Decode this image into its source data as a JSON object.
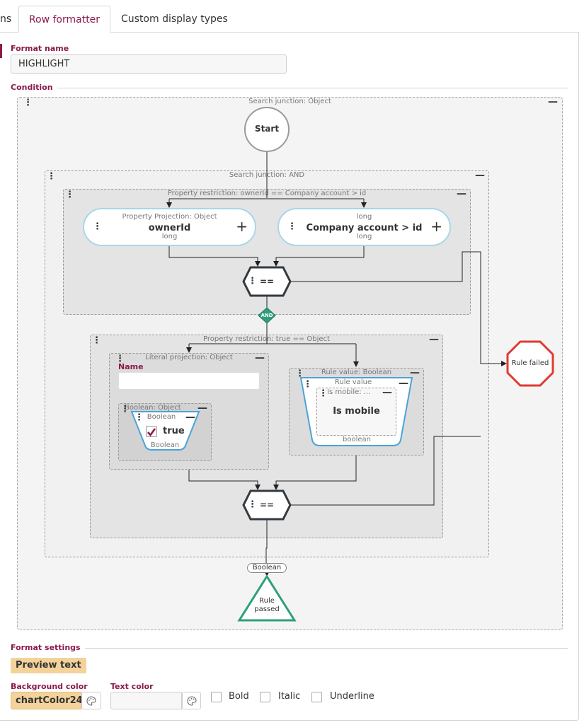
{
  "tabs": {
    "cut_label": "ns",
    "active_label": "Row formatter",
    "custom_label": "Custom display types"
  },
  "format_name": {
    "label": "Format name",
    "value": "HIGHLIGHT"
  },
  "condition": {
    "label": "Condition",
    "root_caption": "Search junction: Object",
    "start_label": "Start",
    "and_caption": "Search junction: AND",
    "restriction1": {
      "caption": "Property restriction: ownerId == Company account > id",
      "left": {
        "sub_top": "Property Projection: Object",
        "main": "ownerId",
        "sub_bottom": "long"
      },
      "right": {
        "sub_top": "long",
        "main": "Company account > id",
        "sub_bottom": "long"
      },
      "operator": "=="
    },
    "and_badge": "AND",
    "restriction2": {
      "caption": "Property restriction: true == Object",
      "literal": {
        "caption": "Literal projection: Object",
        "name_label": "Name",
        "name_value": "",
        "boolean_box_caption": "Boolean: Object",
        "boolean_node_top": "Boolean",
        "checkbox_label": "true",
        "boolean_node_bottom": "Boolean"
      },
      "rule_value": {
        "caption": "Rule value: Boolean",
        "node_top": "Rule value",
        "inner_caption": "Is mobile: ...",
        "inner_label": "Is mobile",
        "node_bottom": "boolean"
      },
      "operator": "=="
    },
    "result_type": "Boolean",
    "rule_passed": "Rule passed",
    "rule_failed": "Rule failed"
  },
  "format_settings": {
    "label": "Format settings",
    "preview_text": "Preview text",
    "background_color_label": "Background color",
    "background_color_value": "chartColor24",
    "text_color_label": "Text color",
    "text_color_value": "",
    "bold_label": "Bold",
    "italic_label": "Italic",
    "underline_label": "Underline"
  },
  "colors": {
    "accent": "#8b1a4a",
    "preview_bg": "#f3d39a",
    "pass_green": "#2e9f7d",
    "fail_red": "#e03a33",
    "pill_border": "#a9d6e8",
    "node_border_blue": "#4aa3d8"
  }
}
